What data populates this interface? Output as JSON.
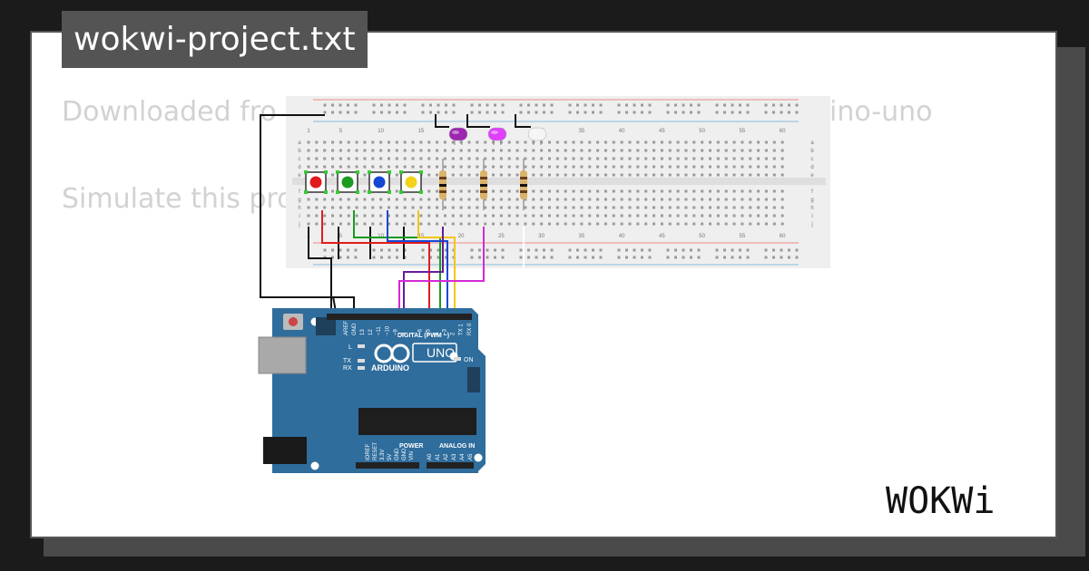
{
  "header": {
    "filename": "wokwi-project.txt"
  },
  "background_text": {
    "line1_prefix": "Downloaded fro",
    "line1_suffix": "ino-uno",
    "line2_prefix": "Simulate this pro"
  },
  "breadboard": {
    "column_numbers": [
      "1",
      "5",
      "10",
      "15",
      "20",
      "25",
      "30",
      "35",
      "40",
      "45",
      "50",
      "55",
      "60"
    ],
    "row_letters_top": [
      "a",
      "b",
      "c",
      "d",
      "e"
    ],
    "row_letters_bottom": [
      "f",
      "g",
      "h",
      "i",
      "j"
    ]
  },
  "leds": [
    {
      "name": "led-purple",
      "color": "#9c27b0"
    },
    {
      "name": "led-magenta",
      "color": "#e040fb"
    },
    {
      "name": "led-white",
      "color": "#f5f5f5"
    }
  ],
  "buttons": [
    {
      "name": "button-red",
      "color": "#e11b1b"
    },
    {
      "name": "button-green",
      "color": "#1b9b22"
    },
    {
      "name": "button-blue",
      "color": "#1448d4"
    },
    {
      "name": "button-yellow",
      "color": "#f2d21b"
    }
  ],
  "arduino": {
    "model": "UNO",
    "brand": "ARDUINO",
    "digital_label": "DIGITAL (PWM ~)",
    "power_label": "POWER",
    "analog_label": "ANALOG IN",
    "on_label": "ON",
    "l_label": "L",
    "tx_label": "TX",
    "rx_label": "RX",
    "top_pins": [
      "AREF",
      "GND",
      "13",
      "12",
      "~11",
      "~10",
      "~9",
      "8",
      "7",
      "~6",
      "~5",
      "4",
      "~3",
      "2",
      "TX 1",
      "RX 0"
    ],
    "power_pins": [
      "IOREF",
      "RESET",
      "3.3V",
      "5V",
      "GND",
      "GND",
      "VIN"
    ],
    "analog_pins": [
      "A0",
      "A1",
      "A2",
      "A3",
      "A4",
      "A5"
    ],
    "board_color": "#2f6d9d"
  },
  "logo": {
    "text": "WOKWi"
  }
}
